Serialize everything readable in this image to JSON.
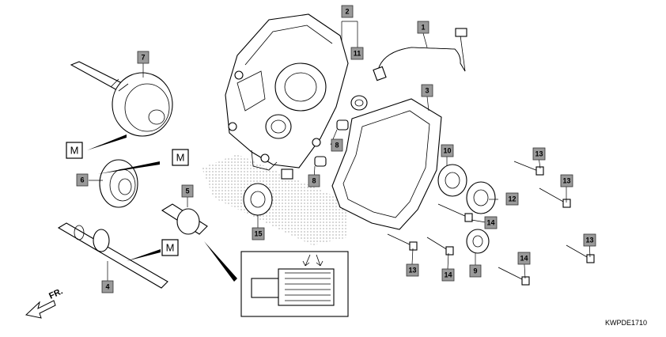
{
  "diagram": {
    "figure_code": "KWPDE1710",
    "direction_label": "FR.",
    "mark_label": "M",
    "callouts": [
      {
        "id": "1",
        "label": "1"
      },
      {
        "id": "2",
        "label": "2"
      },
      {
        "id": "3",
        "label": "3"
      },
      {
        "id": "4",
        "label": "4"
      },
      {
        "id": "5",
        "label": "5"
      },
      {
        "id": "6",
        "label": "6"
      },
      {
        "id": "7",
        "label": "7"
      },
      {
        "id": "8a",
        "label": "8"
      },
      {
        "id": "8b",
        "label": "8"
      },
      {
        "id": "9",
        "label": "9"
      },
      {
        "id": "10",
        "label": "10"
      },
      {
        "id": "11",
        "label": "11"
      },
      {
        "id": "12",
        "label": "12"
      },
      {
        "id": "13a",
        "label": "13"
      },
      {
        "id": "13b",
        "label": "13"
      },
      {
        "id": "13c",
        "label": "13"
      },
      {
        "id": "13d",
        "label": "13"
      },
      {
        "id": "14a",
        "label": "14"
      },
      {
        "id": "14b",
        "label": "14"
      },
      {
        "id": "14c",
        "label": "14"
      },
      {
        "id": "15",
        "label": "15"
      }
    ]
  }
}
